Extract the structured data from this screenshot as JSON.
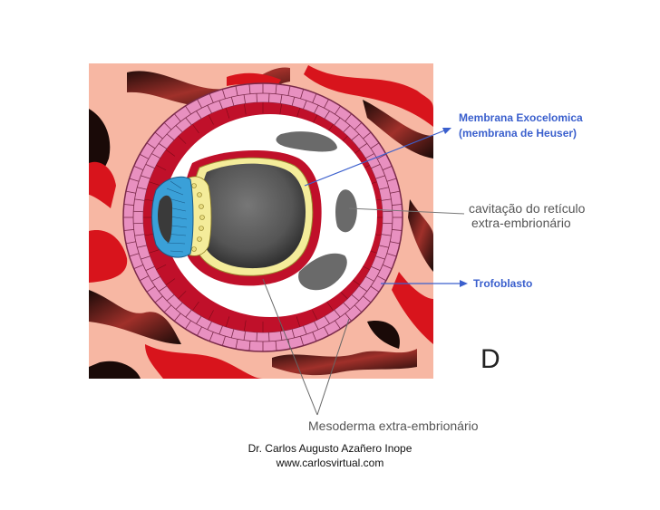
{
  "labels": {
    "exocelomic_line1": "Membrana Exocelomica",
    "exocelomic_line2": "(membrana de Heuser)",
    "cavitation_line1": "cavitação do retículo",
    "cavitation_line2": "extra-embrionário",
    "trophoblast": "Trofoblasto",
    "mesoderm": "Mesoderma extra-embrionário",
    "figure_letter": "D"
  },
  "credit": {
    "author": "Dr. Carlos Augusto Azañero Inope",
    "website": "www.carlosvirtual.com"
  },
  "colors": {
    "background_tissue": "#f7b7a3",
    "endometrium_red": "#d8141c",
    "endometrium_dark": "#1a0a08",
    "trophoblast_pink": "#e890c0",
    "trophoblast_outline": "#7a2a4a",
    "mesoderm_red": "#c0102a",
    "cavity_white": "#ffffff",
    "yolk_sac_gray": "#555555",
    "hypoblast_yellow": "#f4ec9a",
    "epiblast_blue": "#3aa0d8",
    "label_blue": "#3a5fcd"
  }
}
